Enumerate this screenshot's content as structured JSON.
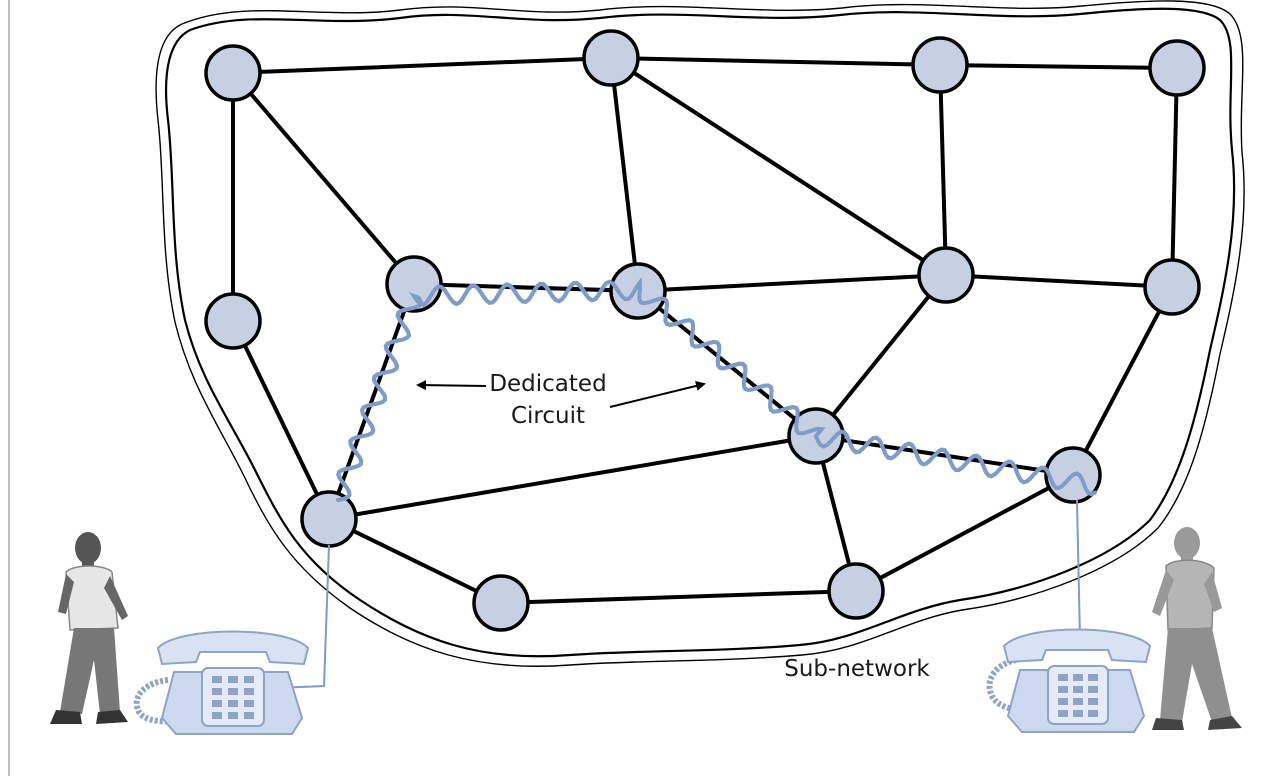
{
  "labels": {
    "circuit_line1": "Dedicated",
    "circuit_line2": "Circuit",
    "subnetwork": "Sub-network"
  },
  "colors": {
    "node_fill": "#c7cfe3",
    "link": "#000000",
    "circuit": "#7f9cc8",
    "phone": "#cdd9ee",
    "phone_stroke": "#8ea3c6",
    "boundary": "#000000"
  },
  "icons": [
    "node-icon",
    "telephone-icon",
    "person-icon",
    "arrow-icon",
    "wavy-circuit-icon"
  ]
}
